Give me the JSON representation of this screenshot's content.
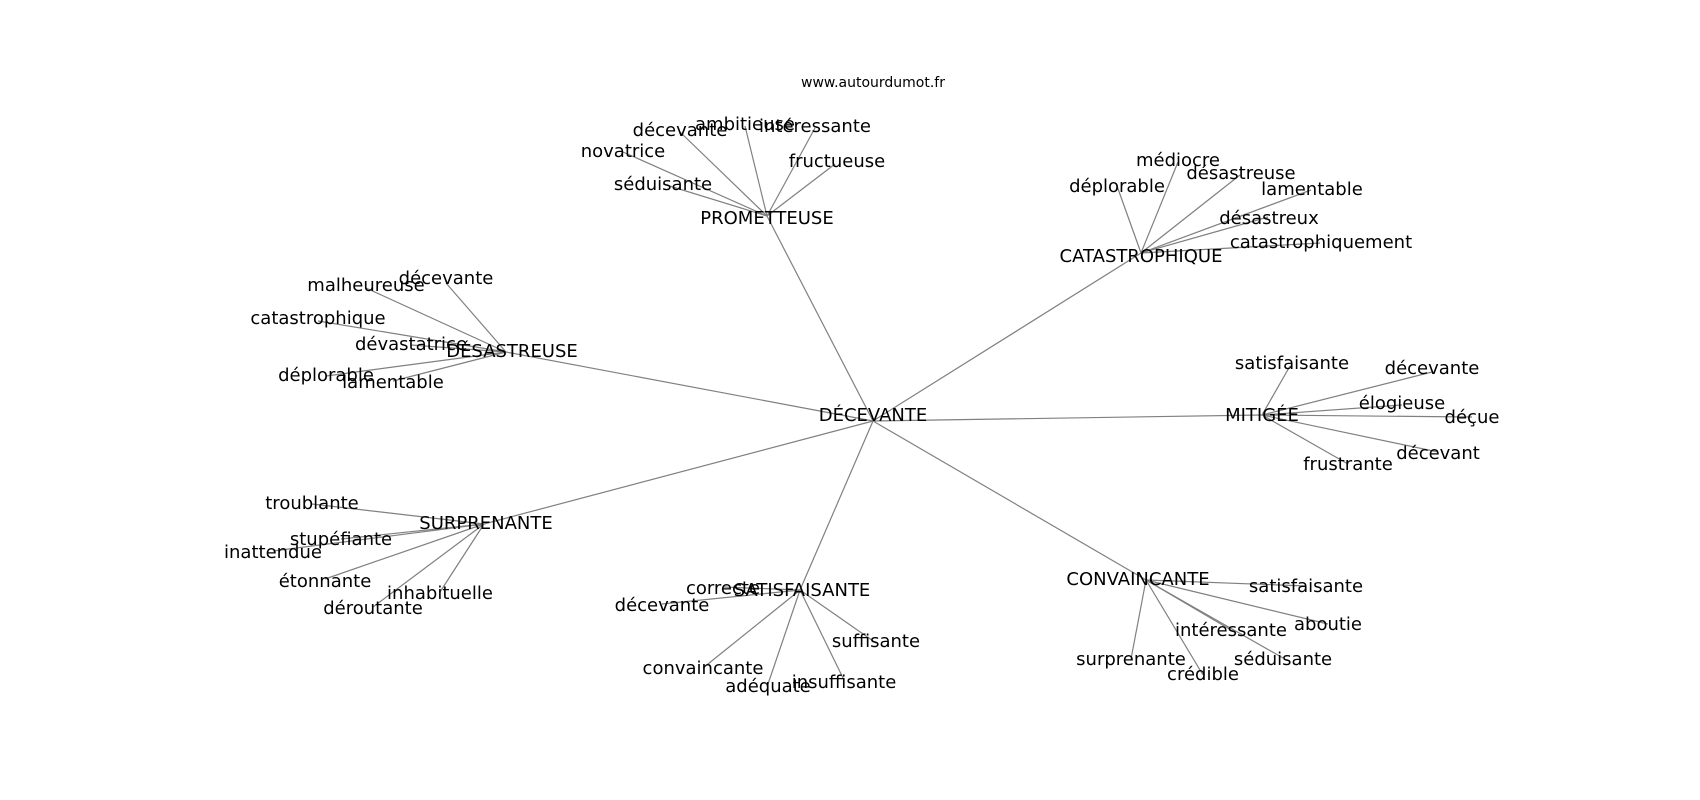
{
  "source": "www.autourdumot.fr",
  "center": "DÉCEVANTE",
  "groups": [
    {
      "label": "PROMETTEUSE",
      "words": [
        "séduisante",
        "novatrice",
        "décevante",
        "ambitieuse",
        "intéressante",
        "fructueuse"
      ]
    },
    {
      "label": "CATASTROPHIQUE",
      "words": [
        "déplorable",
        "médiocre",
        "désastreuse",
        "lamentable",
        "désastreux",
        "catastrophiquement"
      ]
    },
    {
      "label": "DÉSASTREUSE",
      "words": [
        "malheureuse",
        "décevante",
        "catastrophique",
        "dévastatrice",
        "déplorable",
        "lamentable"
      ]
    },
    {
      "label": "MITIGÉE",
      "words": [
        "satisfaisante",
        "décevante",
        "élogieuse",
        "déçue",
        "décevant",
        "frustrante"
      ]
    },
    {
      "label": "SURPRENANTE",
      "words": [
        "troublante",
        "stupéfiante",
        "inattendue",
        "étonnante",
        "déroutante",
        "inhabituelle"
      ]
    },
    {
      "label": "SATISFAISANTE",
      "words": [
        "correcte",
        "décevante",
        "convaincante",
        "adéquate",
        "insuffisante",
        "suffisante"
      ]
    },
    {
      "label": "CONVAINCANTE",
      "words": [
        "satisfaisante",
        "aboutie",
        "intéressante",
        "séduisante",
        "crédible",
        "surprenante"
      ]
    }
  ]
}
